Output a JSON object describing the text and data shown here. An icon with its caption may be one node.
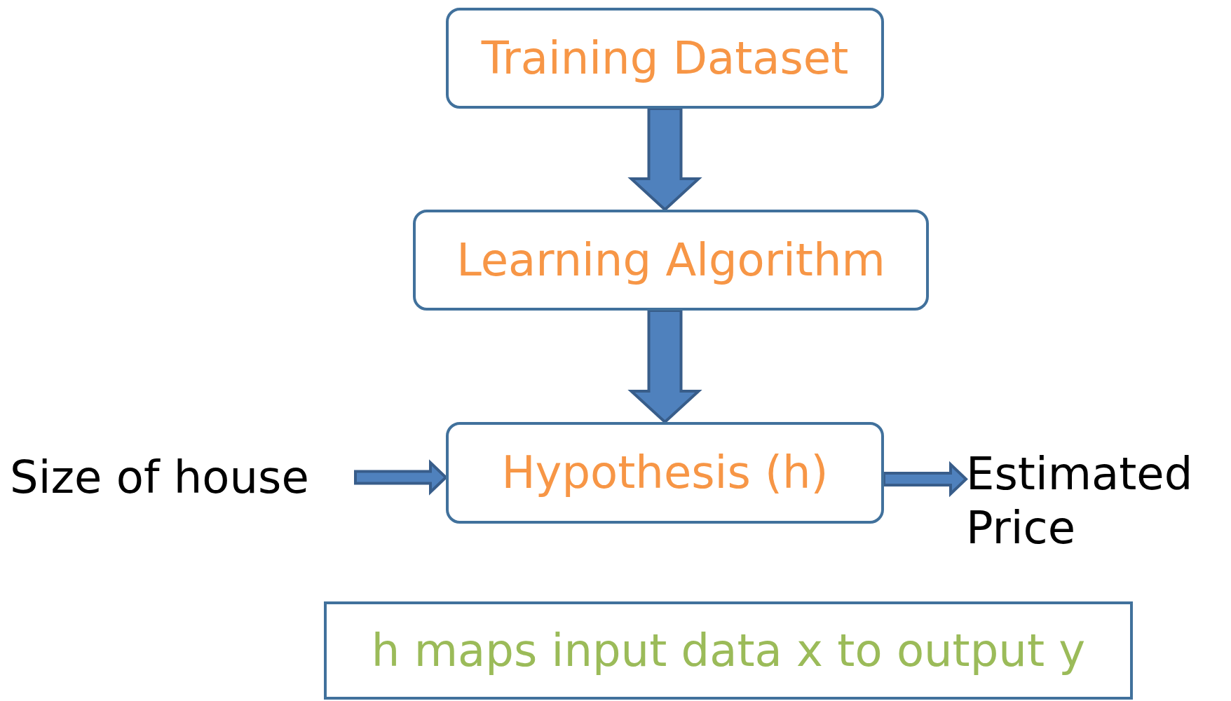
{
  "diagram": {
    "nodes": [
      {
        "text": [
          "Training Dataset"
        ]
      },
      {
        "text": [
          "Learning Algorithm"
        ]
      },
      {
        "text": [
          "Hypothesis (h)"
        ]
      },
      {
        "text": [
          "Size of house"
        ]
      },
      {
        "text": [
          "Estimated Price"
        ]
      },
      {
        "text": [
          "h maps input data x to output y"
        ]
      }
    ],
    "edges": [
      {
        "from": 0,
        "to": 1,
        "arrow": "to",
        "style": "thick"
      },
      {
        "from": 1,
        "to": 2,
        "arrow": "to",
        "style": "thick"
      },
      {
        "from": 3,
        "to": 2,
        "arrow": "to",
        "style": "thick"
      },
      {
        "from": 2,
        "to": 4,
        "arrow": "to",
        "style": "thick"
      }
    ]
  }
}
